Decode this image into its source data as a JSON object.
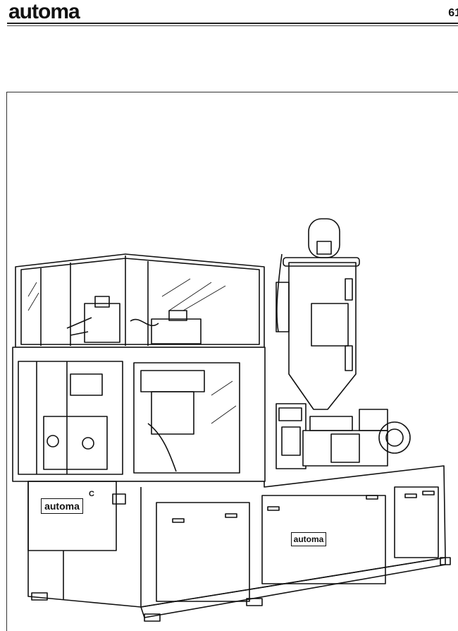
{
  "header": {
    "logo_text": "automa",
    "page_number": "61"
  },
  "illustration": {
    "machine_logos": [
      "automa",
      "automa"
    ],
    "panel_label": "C"
  },
  "colors": {
    "ink": "#111111",
    "paper": "#ffffff"
  }
}
